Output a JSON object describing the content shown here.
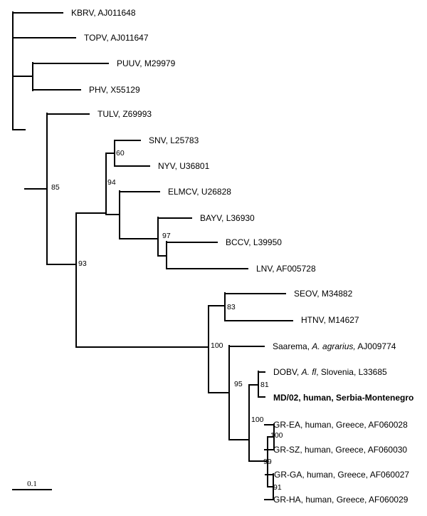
{
  "leaves": [
    {
      "id": "kbrv",
      "parts": [
        {
          "t": "KBRV, AJ011648"
        }
      ]
    },
    {
      "id": "topv",
      "parts": [
        {
          "t": "TOPV, AJ011647"
        }
      ]
    },
    {
      "id": "puuv",
      "parts": [
        {
          "t": "PUUV, M29979"
        }
      ]
    },
    {
      "id": "phv",
      "parts": [
        {
          "t": "PHV, X55129"
        }
      ]
    },
    {
      "id": "tulv",
      "parts": [
        {
          "t": "TULV, Z69993"
        }
      ]
    },
    {
      "id": "snv",
      "parts": [
        {
          "t": "SNV, L25783"
        }
      ]
    },
    {
      "id": "nyv",
      "parts": [
        {
          "t": "NYV, U36801"
        }
      ]
    },
    {
      "id": "elmcv",
      "parts": [
        {
          "t": "ELMCV, U26828"
        }
      ]
    },
    {
      "id": "bayv",
      "parts": [
        {
          "t": "BAYV, L36930"
        }
      ]
    },
    {
      "id": "bccv",
      "parts": [
        {
          "t": "BCCV, L39950"
        }
      ]
    },
    {
      "id": "lnv",
      "parts": [
        {
          "t": "LNV, AF005728"
        }
      ]
    },
    {
      "id": "seov",
      "parts": [
        {
          "t": "SEOV, M34882"
        }
      ]
    },
    {
      "id": "htnv",
      "parts": [
        {
          "t": "HTNV, M14627"
        }
      ]
    },
    {
      "id": "saarema",
      "parts": [
        {
          "t": "Saarema, "
        },
        {
          "t": "A. agrarius,",
          "i": true
        },
        {
          "t": " AJ009774"
        }
      ]
    },
    {
      "id": "dobv",
      "parts": [
        {
          "t": "DOBV, "
        },
        {
          "t": "A. fl",
          "i": true
        },
        {
          "t": ", Slovenia, L33685"
        }
      ]
    },
    {
      "id": "md02",
      "bold": true,
      "parts": [
        {
          "t": "MD/02, human, Serbia-Montenegro"
        }
      ]
    },
    {
      "id": "grea",
      "parts": [
        {
          "t": "GR-EA, human, Greece, AF060028"
        }
      ]
    },
    {
      "id": "grsz",
      "parts": [
        {
          "t": "GR-SZ, human, Greece, AF060030"
        }
      ]
    },
    {
      "id": "grga",
      "parts": [
        {
          "t": "GR-GA, human, Greece, AF060027"
        }
      ]
    },
    {
      "id": "grha",
      "parts": [
        {
          "t": "GR-HA, human, Greece, AF060029"
        }
      ]
    }
  ],
  "bootstrap": [
    {
      "id": "b60",
      "label": "60"
    },
    {
      "id": "b94",
      "label": "94"
    },
    {
      "id": "b97",
      "label": "97"
    },
    {
      "id": "b85",
      "label": "85"
    },
    {
      "id": "b93",
      "label": "93"
    },
    {
      "id": "b83",
      "label": "83"
    },
    {
      "id": "b100a",
      "label": "100"
    },
    {
      "id": "b81",
      "label": "81"
    },
    {
      "id": "b95",
      "label": "95"
    },
    {
      "id": "b100b",
      "label": "100"
    },
    {
      "id": "b100c",
      "label": "100"
    },
    {
      "id": "b99",
      "label": "99"
    },
    {
      "id": "b91",
      "label": "91"
    }
  ],
  "scale_bar": {
    "label": "0.1"
  }
}
